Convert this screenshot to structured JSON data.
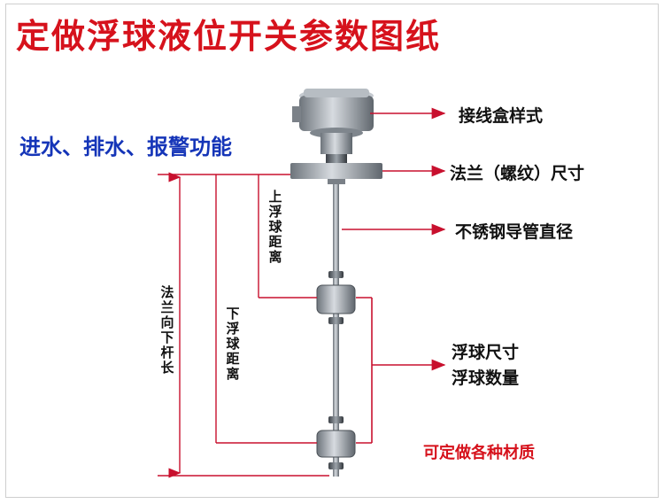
{
  "title": "定做浮球液位开关参数图纸",
  "subtitle": "进水、排水、报警功能",
  "labels": {
    "junction_box": "接线盒样式",
    "flange": "法兰（螺纹）尺寸",
    "pipe_diameter": "不锈钢导管直径",
    "float_size": "浮球尺寸",
    "float_count": "浮球数量",
    "upper_float_distance": "上浮球距离",
    "lower_float_distance": "下浮球距离",
    "rod_length": "法兰向下杆长"
  },
  "note": "可定做各种材质",
  "colors": {
    "title": "#d6121c",
    "subtitle": "#1535b8",
    "leader_line": "#c8102e",
    "metal": "#9aa1a8"
  }
}
